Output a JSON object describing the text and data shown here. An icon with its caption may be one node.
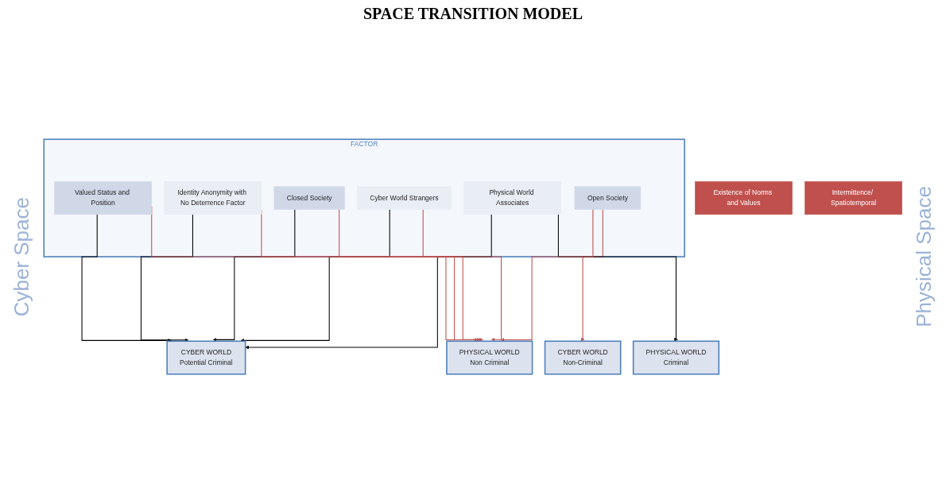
{
  "diagram": {
    "title": "SPACE TRANSITION MODEL",
    "nodes": [
      {
        "text": [
          "CYBER WORLD",
          "Potential Criminal"
        ]
      },
      {
        "text": [
          "PHYSICAL WORLD",
          "Criminal"
        ]
      },
      {
        "text": [
          "Existence of Norms and Values"
        ]
      },
      {
        "text": [
          "FACTOR"
        ]
      },
      {
        "text": [
          "Valued Status and Position"
        ],
        "in": 3
      },
      {
        "text": [
          "Identity Anonymity with No Deterrence Factor"
        ],
        "in": 3
      },
      {
        "text": [
          "Closed Society"
        ],
        "in": 3
      },
      {
        "text": [
          "Cyber World Strangers"
        ],
        "in": 3
      },
      {
        "text": [
          "Open Society"
        ],
        "in": 3
      },
      {
        "text": [
          "Physical World Associates"
        ],
        "in": 3
      },
      {
        "text": [
          "Intermittence/ Spatiotemporal"
        ]
      },
      {
        "text": [
          "CYBER WORLD",
          "Non-Criminal"
        ]
      },
      {
        "text": [
          "PHYSICAL WORLD",
          "Non Criminal"
        ]
      }
    ],
    "edges": [
      {
        "from": 4,
        "to": 0,
        "arrow": "to"
      },
      {
        "from": 5,
        "to": 0,
        "arrow": "to"
      },
      {
        "from": 6,
        "to": 0,
        "arrow": "to"
      },
      {
        "from": 7,
        "to": 0,
        "arrow": "to"
      },
      {
        "from": 9,
        "to": 0,
        "arrow": "to"
      },
      {
        "from": 8,
        "to": 11,
        "arrow": "to",
        "color": "#c0504d"
      },
      {
        "from": 9,
        "to": 1,
        "arrow": "to"
      },
      {
        "from": 4,
        "to": 12,
        "arrow": "to",
        "color": "#c0504d"
      },
      {
        "from": 5,
        "to": 12,
        "arrow": "to",
        "color": "#c0504d"
      },
      {
        "from": 6,
        "to": 12,
        "arrow": "to",
        "color": "#c0504d"
      },
      {
        "from": 7,
        "to": 12,
        "arrow": "to",
        "color": "#c0504d"
      },
      {
        "from": 8,
        "to": 12,
        "arrow": "to",
        "color": "#c0504d"
      }
    ],
    "labels": [
      "Cyber Space",
      "Physical Space"
    ]
  }
}
